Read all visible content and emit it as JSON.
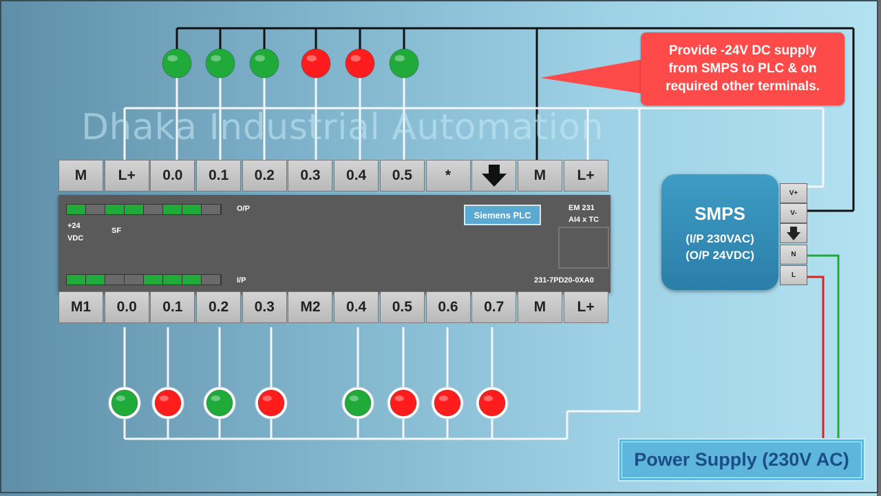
{
  "watermark": "Dhaka Industrial Automation",
  "callout": {
    "lines": [
      "Provide -24V DC supply",
      "from SMPS to PLC &  on",
      "required other terminals."
    ],
    "color": "#ff4a4a"
  },
  "plc": {
    "top_terminals": [
      "M",
      "L+",
      "0.0",
      "0.1",
      "0.2",
      "0.3",
      "0.4",
      "0.5",
      "*",
      "",
      "M",
      "L+"
    ],
    "bottom_terminals": [
      "M1",
      "0.0",
      "0.1",
      "0.2",
      "0.3",
      "M2",
      "0.4",
      "0.5",
      "0.6",
      "0.7",
      "M",
      "L+"
    ],
    "op_label": "O/P",
    "ip_label": "I/P",
    "supply_label_1": "+24",
    "supply_label_2": "VDC",
    "sf_label": "SF",
    "badge": "Siemens PLC",
    "module_1": "EM 231",
    "module_2": "AI4 x TC",
    "part_number": "231-7PD20-0XA0",
    "op_leds": [
      true,
      false,
      true,
      true,
      false,
      true,
      true,
      false
    ],
    "ip_leds": [
      true,
      true,
      false,
      false,
      true,
      true,
      true,
      false
    ]
  },
  "output_lamps": [
    "green",
    "green",
    "green",
    "red",
    "red",
    "green"
  ],
  "input_lamps": [
    "green",
    "red",
    "green",
    "red",
    "green",
    "red",
    "red",
    "red"
  ],
  "smps": {
    "title": "SMPS",
    "input": "(I/P 230VAC)",
    "output": "(O/P 24VDC)",
    "terminals": [
      "V+",
      "V-",
      "",
      "N",
      "L"
    ]
  },
  "power_supply": "Power Supply (230V AC)",
  "colors": {
    "lamp_green": "#1faa3a",
    "lamp_red": "#ff1c1c",
    "wire_live": "#e02020",
    "wire_neutral": "#1faa3a"
  }
}
